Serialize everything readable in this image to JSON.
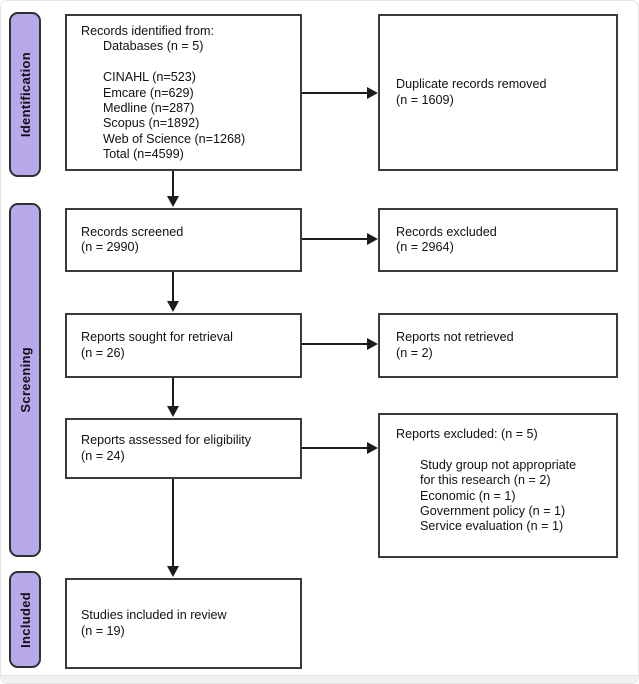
{
  "palette": {
    "ribbon_fill": "#b7a9ea",
    "ribbon_border": "#2f2f2f",
    "box_border": "#3a3a3a",
    "arrow": "#1c1c1c",
    "background": "#ffffff"
  },
  "stages": [
    {
      "label": "Identification"
    },
    {
      "label": "Screening"
    },
    {
      "label": "Included"
    }
  ],
  "boxes": {
    "identified": {
      "lines": [
        "Records identified from:",
        "Databases (n = 5)",
        "",
        "CINAHL (n=523)",
        "Emcare (n=629)",
        "Medline (n=287)",
        "Scopus (n=1892)",
        "Web of Science (n=1268)",
        "Total (n=4599)"
      ]
    },
    "duplicates_removed": {
      "lines": [
        "Duplicate records removed",
        "(n = 1609)"
      ]
    },
    "screened": {
      "lines": [
        "Records screened",
        "(n = 2990)"
      ]
    },
    "records_excluded": {
      "lines": [
        "Records excluded",
        "(n = 2964)"
      ]
    },
    "sought": {
      "lines": [
        "Reports sought for retrieval",
        "(n = 26)"
      ]
    },
    "not_retrieved": {
      "lines": [
        "Reports not retrieved",
        "(n = 2)"
      ]
    },
    "assessed": {
      "lines": [
        "Reports assessed for eligibility",
        "(n = 24)"
      ]
    },
    "reports_excluded": {
      "lines": [
        "Reports excluded: (n = 5)",
        "",
        "Study group not appropriate",
        "for this research (n = 2)",
        "Economic (n = 1)",
        "Government policy (n = 1)",
        "Service evaluation (n = 1)"
      ]
    },
    "included": {
      "lines": [
        "Studies included in review",
        "(n = 19)"
      ]
    }
  }
}
